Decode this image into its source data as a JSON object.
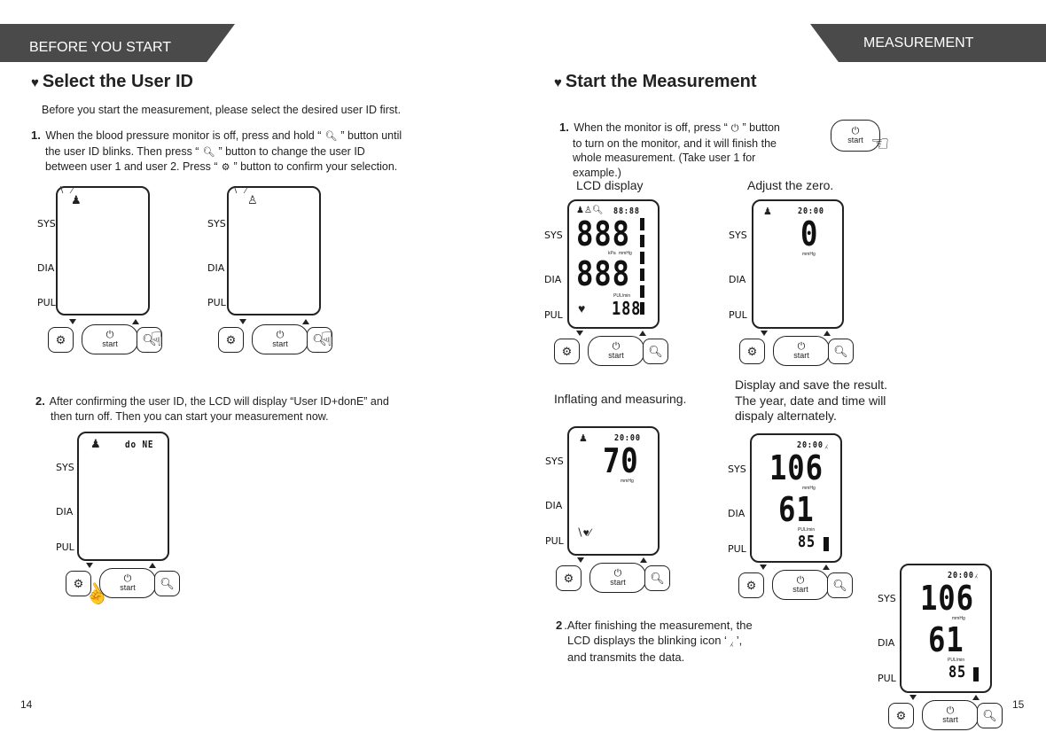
{
  "left": {
    "header": "BEFORE YOU START",
    "title": "Select the User ID",
    "intro": "Before you start the measurement, please select the desired user ID first.",
    "step1": {
      "num": "1.",
      "line1a": "When the blood pressure monitor is off, press and hold “",
      "line1b": "” button until",
      "line2a": "the user ID blinks. Then press “",
      "line2b": "” button to change the user ID",
      "line3a": "between user 1 and user 2. Press “",
      "line3b": "” button to confirm your selection."
    },
    "step2": {
      "num": "2.",
      "line1": "After confirming the user ID, the LCD will display “User ID+donE” and",
      "line2": "then turn off. Then you can start your measurement now."
    },
    "done_text": "do NE",
    "page": "14"
  },
  "right": {
    "header": "MEASUREMENT",
    "title": "Start the Measurement",
    "step1": {
      "num": "1.",
      "line1a": "When the monitor is off, press “",
      "line1b": "” button",
      "line2": "to turn on the monitor, and it will finish the",
      "line3": "whole measurement. (Take user 1 for",
      "line4": "example.)"
    },
    "cap_lcd": "LCD display",
    "cap_zero": "Adjust the zero.",
    "cap_inflate": "Inflating and measuring.",
    "cap_result": [
      "Display and save the result.",
      "The year, date and time will",
      "dispaly alternately."
    ],
    "step2": {
      "num": "2",
      "line1": ".After finishing the measurement, the",
      "line2a": "LCD displays the blinking icon ‘",
      "line2b": "’,",
      "line3": "and transmits the data."
    },
    "page": "15"
  },
  "lcd_labels": {
    "sys": "SYS",
    "dia": "DIA",
    "pul": "PUL"
  },
  "start_label": "start",
  "readings": {
    "full_sys": "888",
    "full_dia": "888",
    "full_pul": "188",
    "full_time": "88:88",
    "zero": "0",
    "time": "20:00",
    "inflate": "70",
    "result_sys": "106",
    "result_dia": "61",
    "result_pul": "85",
    "unit_mmhg": "mmHg",
    "unit_kpa": "kPa",
    "unit_pul": "PUL/min"
  }
}
